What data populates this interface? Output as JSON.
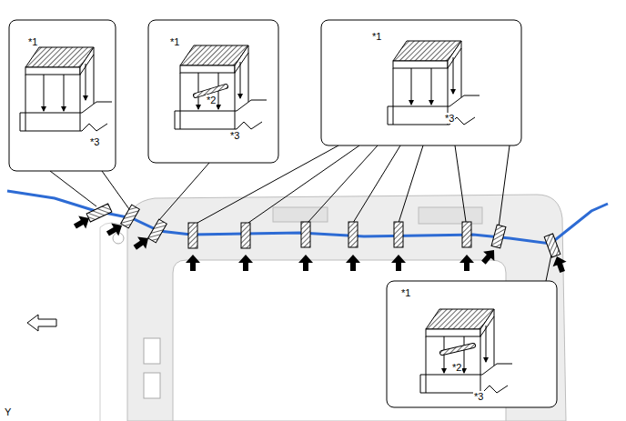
{
  "diagram": {
    "labels": [
      "*1",
      "*3",
      "*1",
      "*2",
      "*3",
      "*1",
      "*3",
      "*1",
      "*2",
      "*3",
      "Y"
    ]
  }
}
